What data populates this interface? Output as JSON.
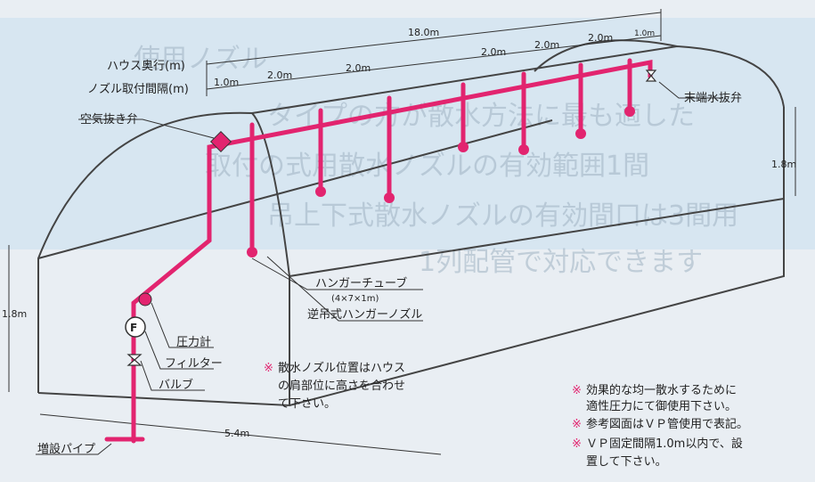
{
  "background_text": {
    "title": "使用ノズル",
    "lines": [
      "タイプの方が散水方法に最も適した",
      "取付の式用散水ノズルの有効範囲1間",
      "吊上下式散水ノズルの有効間口は3間用",
      "1列配管で対応できます"
    ]
  },
  "dimensions": {
    "length_total": "18.0m",
    "house_depth_label": "ハウス奥行(m)",
    "nozzle_spacing_label": "ノズル取付間隔(m)",
    "segments_left": [
      "1.0m",
      "2.0m",
      "2.0m"
    ],
    "segments_right": [
      "2.0m",
      "2.0m",
      "2.0m",
      "1.0m"
    ],
    "height_right": "1.8m",
    "height_left": "1.8m",
    "width": "5.4m"
  },
  "labels": {
    "air_vent": "空気抜き弁",
    "end_drain": "末端水抜弁",
    "hanger_tube": "ハンガーチューブ",
    "hanger_tube_spec": "(4×7×1m)",
    "inverted_nozzle": "逆吊式ハンガーノズル",
    "pressure_gauge": "圧力計",
    "filter": "フィルター",
    "valve": "バルブ",
    "extension_pipe": "増設パイプ",
    "gauge_symbol": "F"
  },
  "notes": {
    "mark": "※",
    "center_note": [
      "散水ノズル位置はハウス",
      "の肩部位に高さを合わせ",
      "て下さい。"
    ],
    "bottom_notes": [
      [
        "効果的な均一散水するために",
        "適性圧力にて御使用下さい。"
      ],
      [
        "参考図面はＶＰ管使用で表記。"
      ],
      [
        "ＶＰ固定間隔1.0m以内で、設",
        "置して下さい。"
      ]
    ]
  },
  "colors": {
    "pipe": "#e2246f",
    "frame": "#444444",
    "background": "#e9eef3",
    "band": "#cfe3ef",
    "note_mark": "#e2246f"
  }
}
